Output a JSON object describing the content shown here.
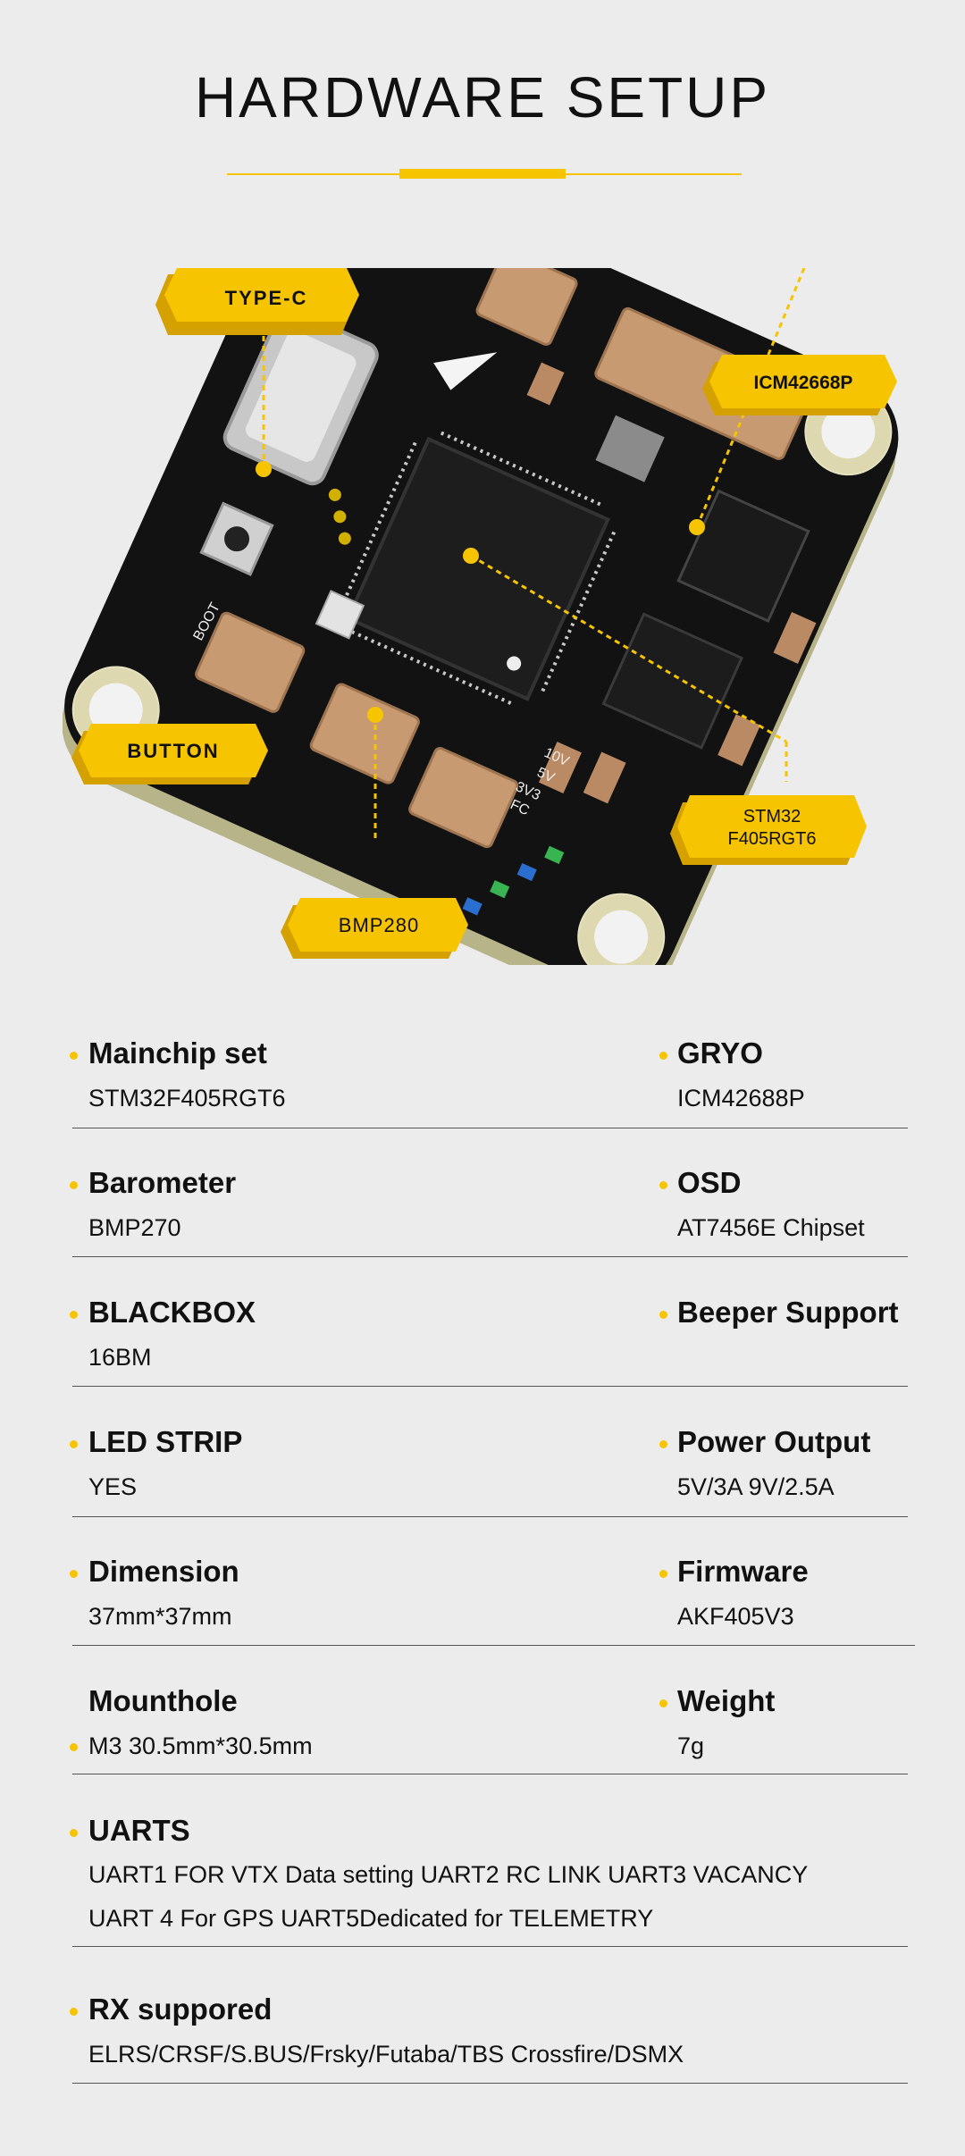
{
  "header": {
    "title": "HARDWARE SETUP"
  },
  "callouts": {
    "type_c": "TYPE-C",
    "icm": "ICM42668P",
    "button": "BUTTON",
    "stm32_line1": "STM32",
    "stm32_line2": "F405RGT6",
    "bmp": "BMP280"
  },
  "board_labels": {
    "boot": "BOOT",
    "led_labels": [
      "10V",
      "5V",
      "3V3",
      "FC"
    ]
  },
  "colors": {
    "accent": "#f6c400",
    "board": "#111111",
    "connector": "#c79a72"
  },
  "specs": [
    {
      "left": {
        "label": "Mainchip set",
        "value": "STM32F405RGT6"
      },
      "right": {
        "label": "GRYO",
        "value": "ICM42688P"
      }
    },
    {
      "left": {
        "label": "Barometer",
        "value": "BMP270"
      },
      "right": {
        "label": "OSD",
        "value": "AT7456E Chipset"
      }
    },
    {
      "left": {
        "label": "BLACKBOX",
        "value": "16BM"
      },
      "right": {
        "label": "Beeper Support",
        "value": ""
      }
    },
    {
      "left": {
        "label": "LED STRIP",
        "value": "YES"
      },
      "right": {
        "label": "Power Output",
        "value": "5V/3A 9V/2.5A"
      }
    },
    {
      "left": {
        "label": "Dimension",
        "value": "37mm*37mm"
      },
      "right": {
        "label": "Firmware",
        "value": "AKF405V3"
      }
    },
    {
      "left": {
        "label": "Mounthole",
        "value": "M3 30.5mm*30.5mm"
      },
      "right": {
        "label": "Weight",
        "value": "7g"
      }
    }
  ],
  "uarts": {
    "label": "UARTS",
    "line1": "UART1 FOR VTX Data setting  UART2  RC LINK UART3 VACANCY",
    "line2": "UART 4 For GPS UART5Dedicated for TELEMETRY"
  },
  "rx": {
    "label": "RX suppored",
    "value": "ELRS/CRSF/S.BUS/Frsky/Futaba/TBS Crossfire/DSMX"
  }
}
